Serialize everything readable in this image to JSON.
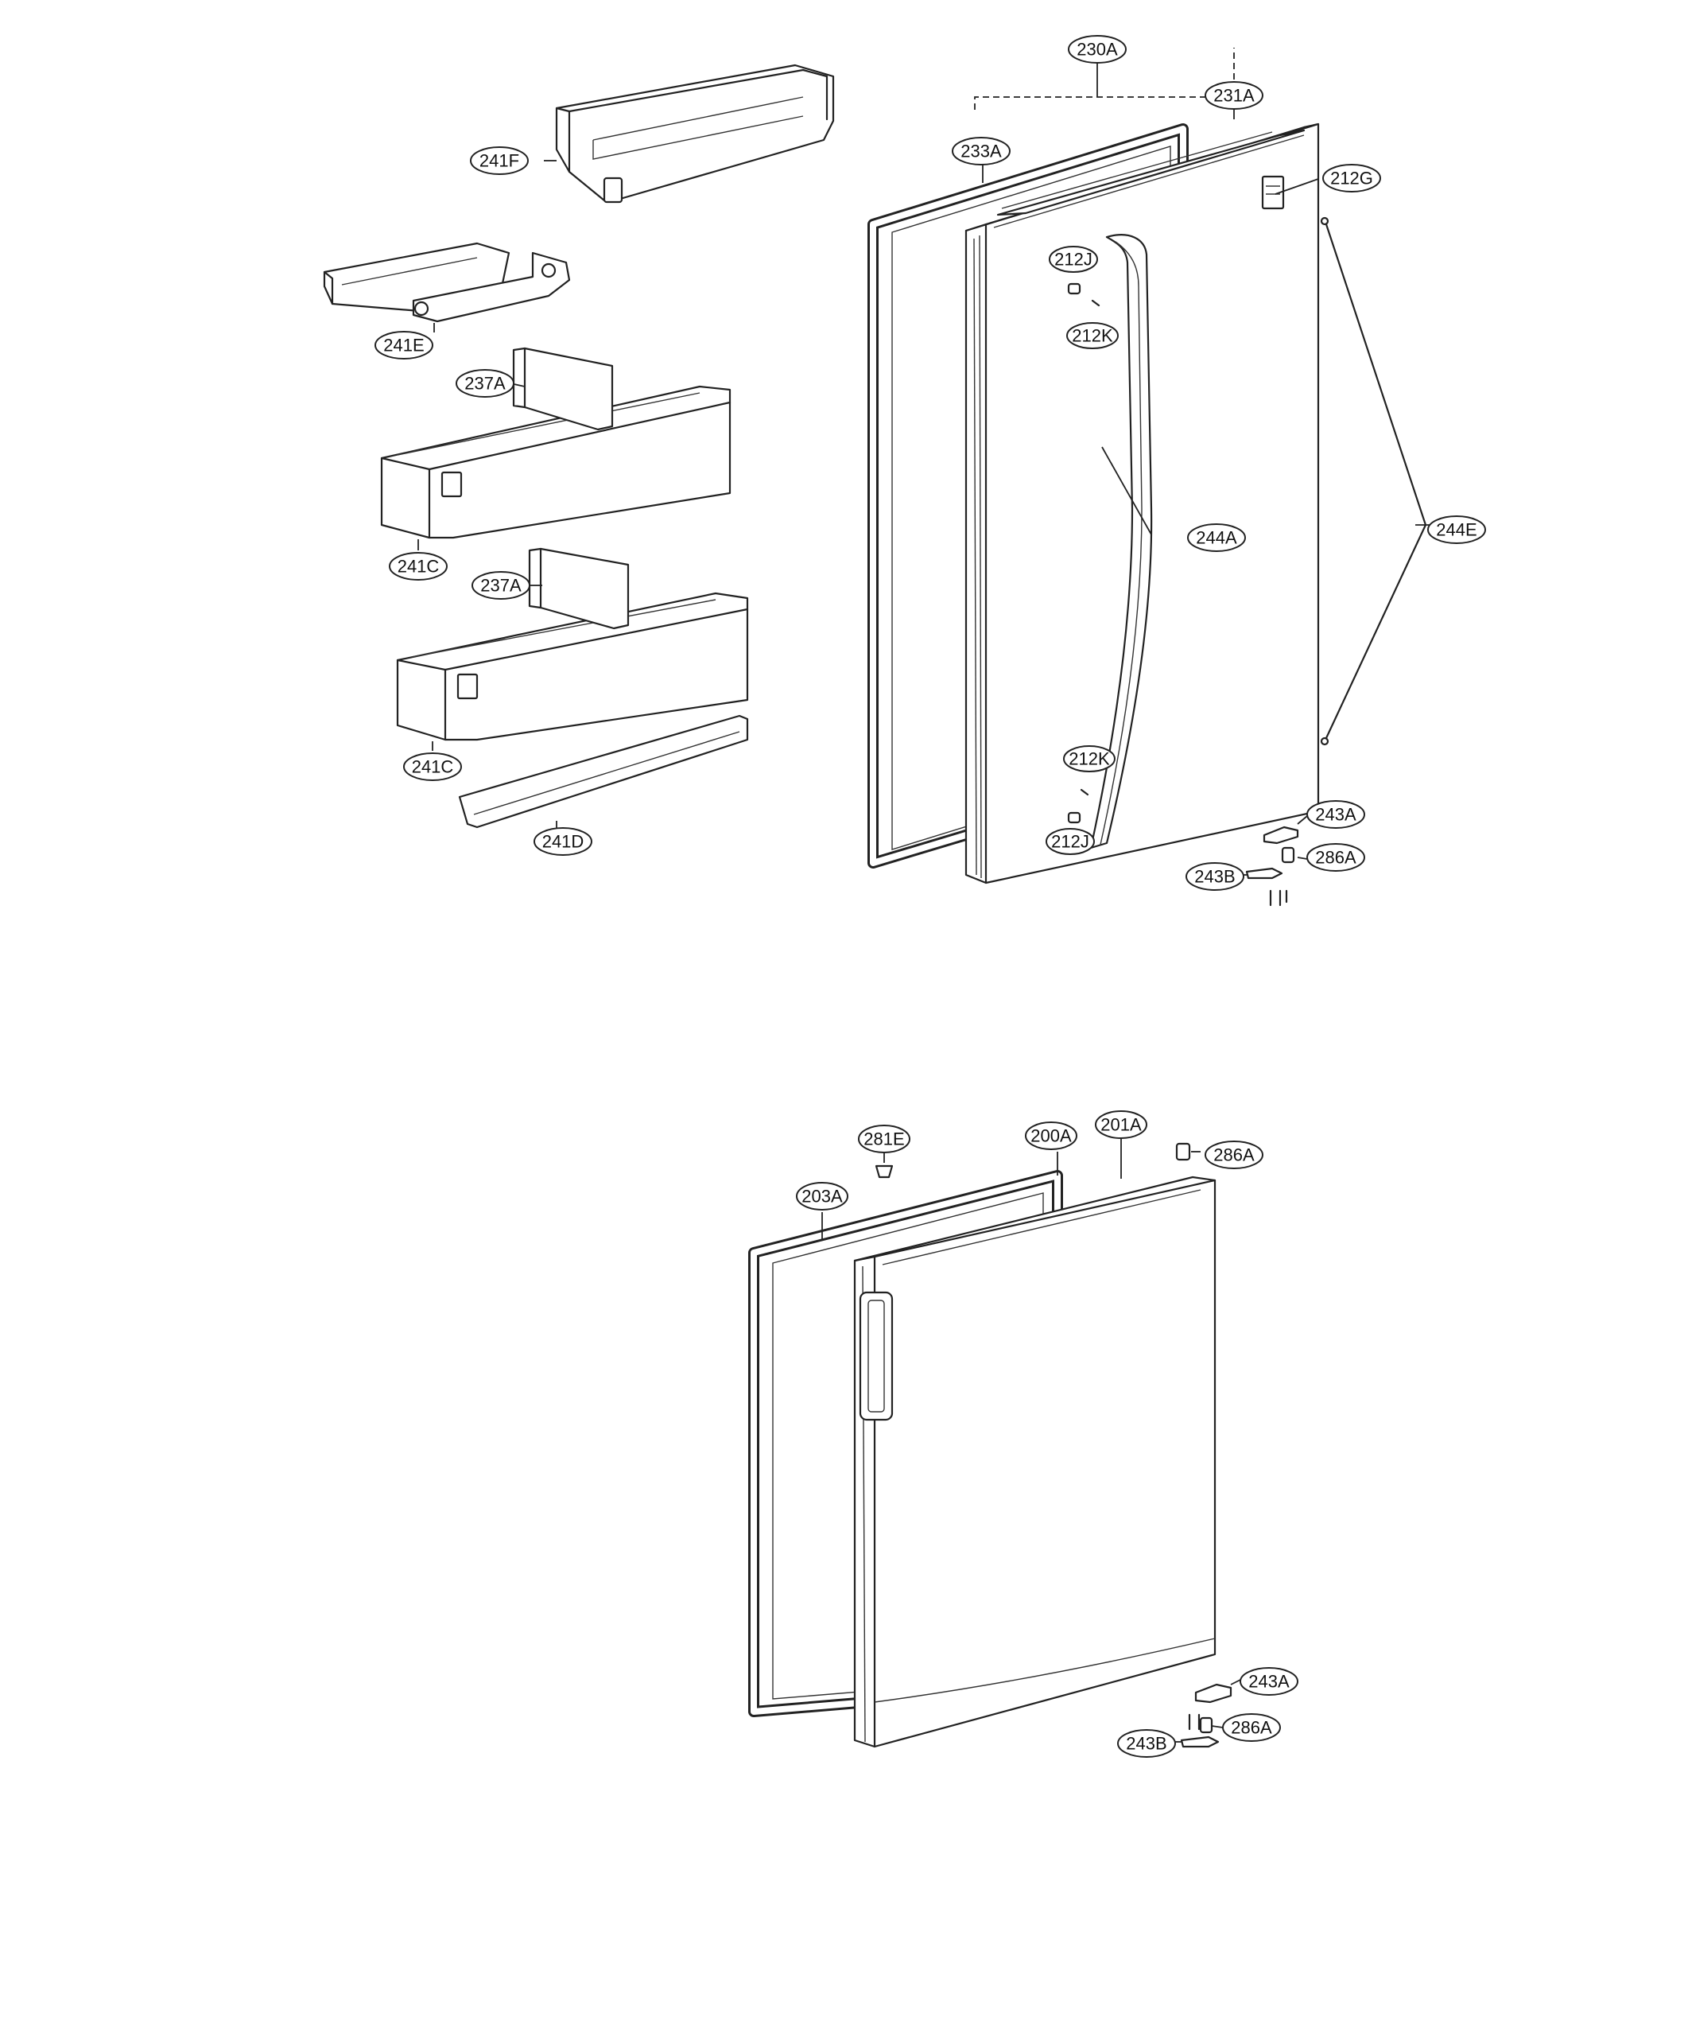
{
  "labels": {
    "c230A": "230A",
    "c231A": "231A",
    "c233A": "233A",
    "c212G": "212G",
    "c212J_top": "212J",
    "c212K_top": "212K",
    "c244A": "244A",
    "c244E": "244E",
    "c212K_bottom": "212K",
    "c212J_bottom": "212J",
    "c243A_upper": "243A",
    "c286A_upper": "286A",
    "c243B_upper": "243B",
    "c241F": "241F",
    "c241E": "241E",
    "c237A_1": "237A",
    "c241C_1": "241C",
    "c237A_2": "237A",
    "c241C_2": "241C",
    "c241D": "241D",
    "c281E": "281E",
    "c200A": "200A",
    "c201A": "201A",
    "c286A_lower_top": "286A",
    "c203A": "203A",
    "c243A_lower": "243A",
    "c286A_lower": "286A",
    "c243B_lower": "243B"
  }
}
